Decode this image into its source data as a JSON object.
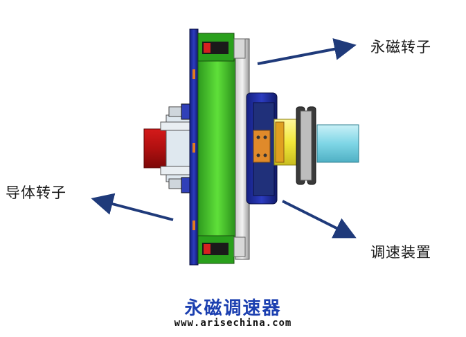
{
  "labels": {
    "pm_rotor": "永磁转子",
    "conductor_rotor": "导体转子",
    "speed_device": "调速装置"
  },
  "title": "永磁调速器",
  "website": "www.arisechina.com",
  "colors": {
    "title": "#1b3fb0",
    "arrow": "#1f3a7a",
    "green_disc": "#3fbf2a",
    "red_shaft": "#b01010",
    "yellow_hub": "#f2e83a",
    "cyan_shaft": "#7fd6e6",
    "blue_frame": "#1c2a9c",
    "orange_ring": "#e08a2a"
  },
  "icons": [
    "arrow-icon"
  ]
}
